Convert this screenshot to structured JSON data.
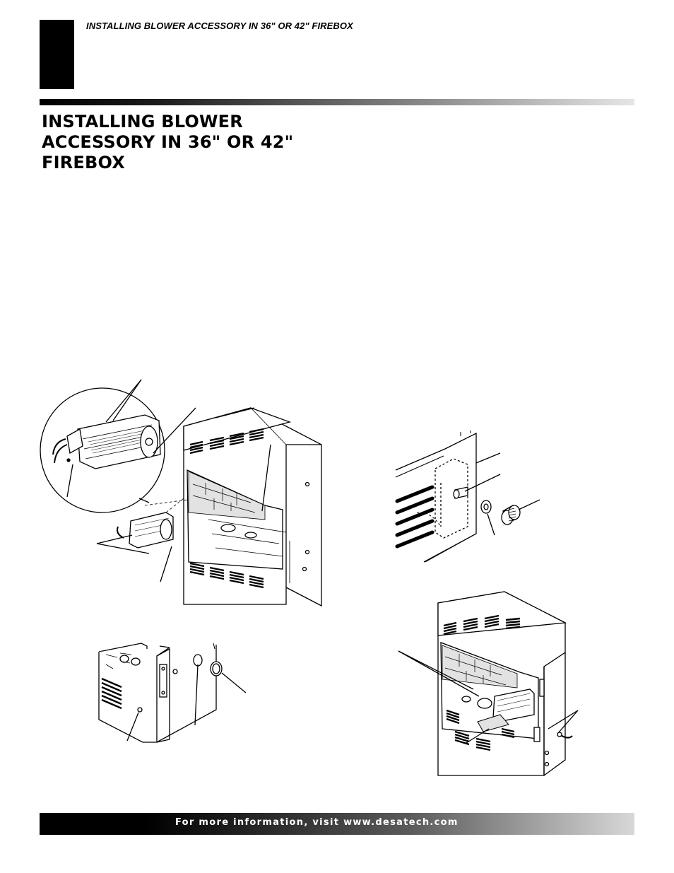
{
  "header": {
    "running_head": "INSTALLING BLOWER ACCESSORY IN 36\" OR 42\" FIREBOX"
  },
  "title": {
    "lines": [
      "INSTALLING BLOWER",
      "ACCESSORY IN 36\" OR 42\"",
      "FIREBOX"
    ]
  },
  "footer": {
    "text": "For more information, visit www.desatech.com"
  },
  "colors": {
    "ink": "#000000",
    "paper": "#ffffff",
    "brick_shade": "#e2e2e2"
  }
}
